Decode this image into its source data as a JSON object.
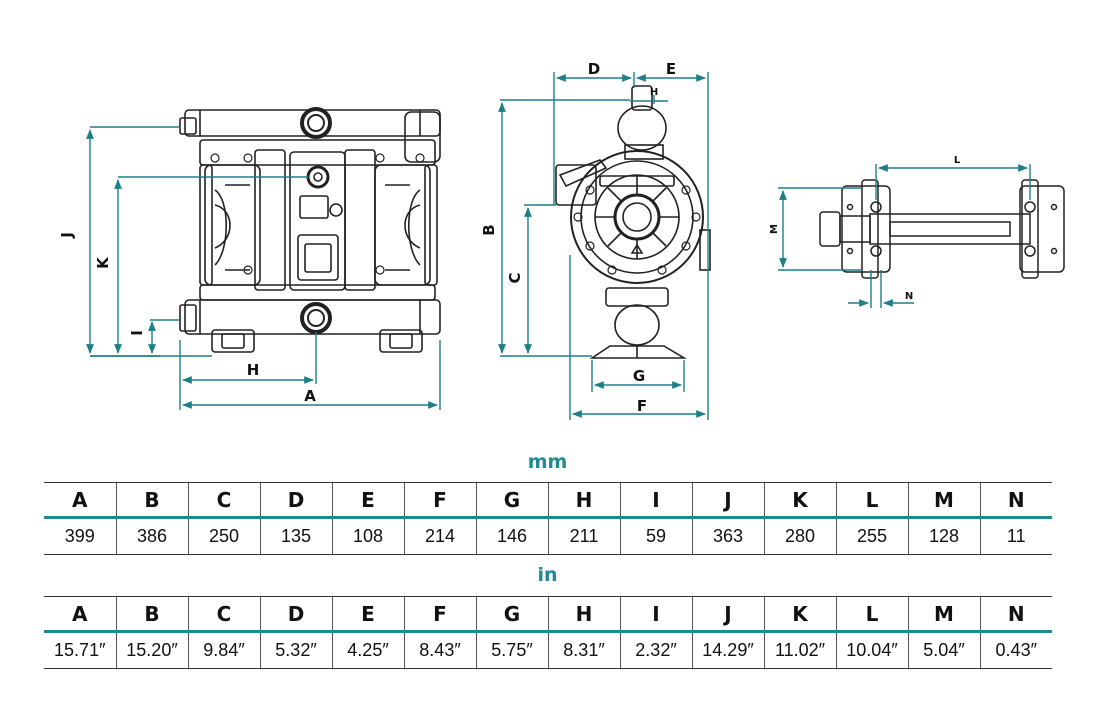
{
  "dimension_labels": {
    "front": {
      "J": "J",
      "K": "K",
      "I": "I",
      "H": "H",
      "A": "A"
    },
    "side": {
      "D": "D",
      "E": "E",
      "H": "H",
      "B": "B",
      "C": "C",
      "G": "G",
      "F": "F"
    },
    "base": {
      "L": "L",
      "M": "M",
      "N": "N"
    }
  },
  "colors": {
    "dimension_line": "#1d7f89",
    "accent_border": "#1d8a94",
    "drawing_line": "#222222"
  },
  "tables": {
    "mm": {
      "title": "mm",
      "headers": [
        "A",
        "B",
        "C",
        "D",
        "E",
        "F",
        "G",
        "H",
        "I",
        "J",
        "K",
        "L",
        "M",
        "N"
      ],
      "values": [
        "399",
        "386",
        "250",
        "135",
        "108",
        "214",
        "146",
        "211",
        "59",
        "363",
        "280",
        "255",
        "128",
        "11"
      ]
    },
    "in": {
      "title": "in",
      "headers": [
        "A",
        "B",
        "C",
        "D",
        "E",
        "F",
        "G",
        "H",
        "I",
        "J",
        "K",
        "L",
        "M",
        "N"
      ],
      "values": [
        "15.71″",
        "15.20″",
        "9.84″",
        "5.32″",
        "4.25″",
        "8.43″",
        "5.75″",
        "8.31″",
        "2.32″",
        "14.29″",
        "11.02″",
        "10.04″",
        "5.04″",
        "0.43″"
      ]
    }
  }
}
